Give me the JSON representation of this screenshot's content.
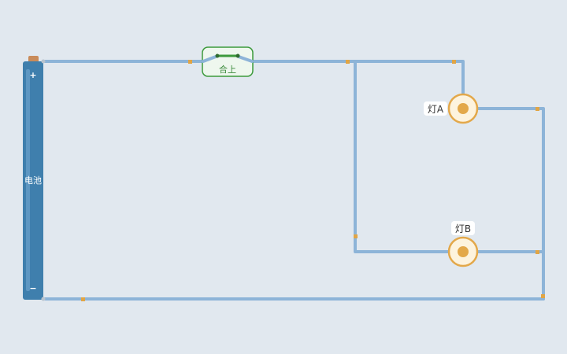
{
  "battery": {
    "label": "电池",
    "plus": "+",
    "minus": "−"
  },
  "switch": {
    "state_label": "合上",
    "closed": true
  },
  "lamps": [
    {
      "label": "灯A"
    },
    {
      "label": "灯B"
    }
  ],
  "colors": {
    "background": "#e1e8ef",
    "wire": "#8db4d8",
    "battery": "#3f7fad",
    "battery_cap": "#c98b5a",
    "switch_border": "#3c9a3c",
    "switch_bg": "#eef7ee",
    "lamp_ring": "#e3a84a",
    "lamp_core": "#e3a84a",
    "lamp_fill": "#fdf3de",
    "joint": "#e1a545"
  }
}
